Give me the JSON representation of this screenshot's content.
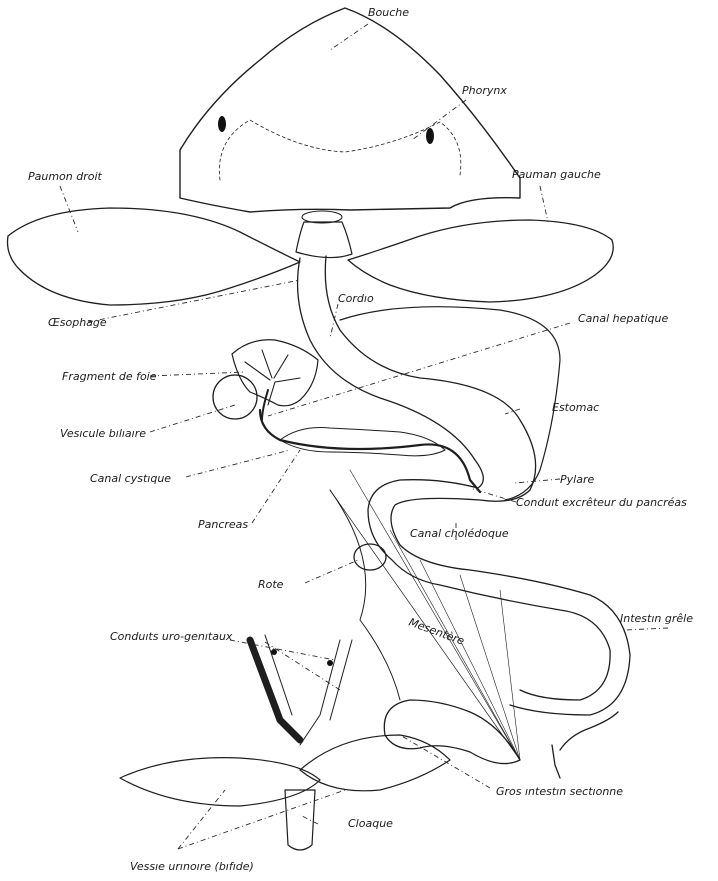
{
  "labels": {
    "bouche": "Bouche",
    "pharynx": "Phorynx",
    "poumon_droit": "Paumon droit",
    "poumon_gauche": "Pauman gauche",
    "oesophage": "Œsophage",
    "cardia": "Cordıo",
    "canal_hepatique": "Canal hepatique",
    "fragment_foie": "Fragment de foie",
    "estomac": "Estomac",
    "vesicule_biliaire": "Vesıcule bılıaıre",
    "pylore": "Pylare",
    "canal_cystique": "Canal cystıque",
    "conduit_excreteur": "Conduıt excrêteur du pancréas",
    "pancreas": "Pancreas",
    "canal_choledoque": "Canal cholédoque",
    "rate": "Rote",
    "mesentere": "Mesentère",
    "intestin_grele": "Intestın grêle",
    "conduits_uro_genitaux": "Conduıts uro-genıtaux",
    "gros_intestin": "Gros ıntestın sectıonne",
    "cloaque": "Cloaque",
    "vessie_urinaire": "Vessıe urınoıre (bıfıde)"
  },
  "colors": {
    "ink": "#1e1e1e",
    "background": "#ffffff"
  }
}
